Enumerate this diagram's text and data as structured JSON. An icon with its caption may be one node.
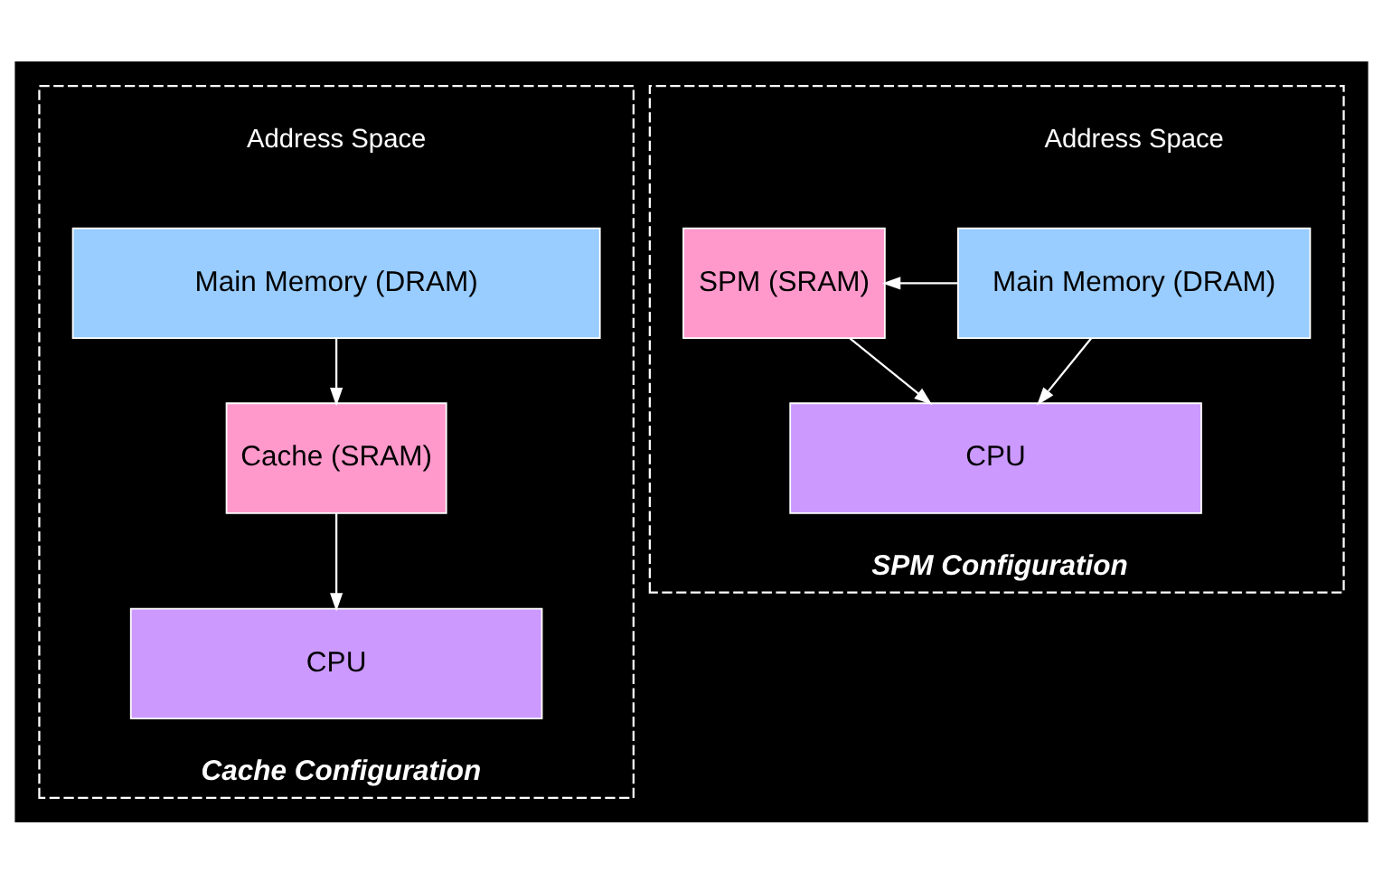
{
  "diagram": {
    "nodes": [
      {
        "text": [
          "Cache Configuration"
        ]
      },
      {
        "text": [
          "Main Memory (DRAM)"
        ],
        "in": 0
      },
      {
        "text": [
          "Cache (SRAM)"
        ],
        "in": 0
      },
      {
        "text": [
          "CPU"
        ],
        "in": 0
      },
      {
        "text": [
          "SPM Configuration"
        ]
      },
      {
        "text": [
          "SPM (SRAM)"
        ],
        "in": 4
      },
      {
        "text": [
          "Main Memory (DRAM)"
        ],
        "in": 4
      },
      {
        "text": [
          "CPU"
        ],
        "in": 4
      }
    ],
    "edges": [
      {
        "from": 1,
        "to": 2,
        "arrow": "to"
      },
      {
        "from": 2,
        "to": 3,
        "arrow": "to"
      },
      {
        "from": 6,
        "to": 5,
        "arrow": "to"
      },
      {
        "from": 5,
        "to": 7,
        "arrow": "to"
      },
      {
        "from": 6,
        "to": 7,
        "arrow": "to"
      }
    ],
    "labels": [
      "Address Space",
      "Address Space"
    ]
  }
}
